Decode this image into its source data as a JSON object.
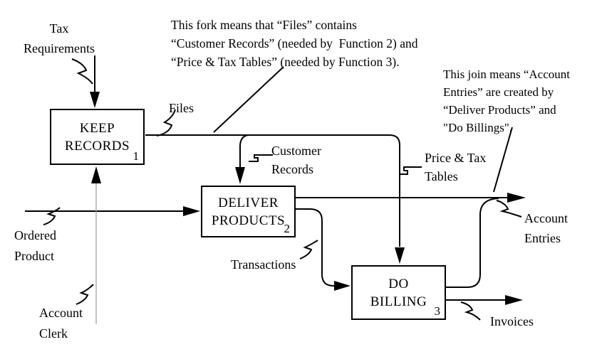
{
  "colors": {
    "line": "#000000",
    "mechanism_line": "#999999",
    "background": "#ffffff",
    "text": "#000000"
  },
  "boxes": {
    "keep_records": {
      "label": "KEEP\nRECORDS",
      "number": "1"
    },
    "deliver_products": {
      "label": "DELIVER\nPRODUCTS",
      "number": "2"
    },
    "do_billing": {
      "label": "DO\nBILLING",
      "number": "3"
    }
  },
  "arrow_labels": {
    "tax_requirements": "Tax\nRequirements",
    "files": "Files",
    "customer_records": "Customer\nRecords",
    "price_tax_tables": "Price & Tax\nTables",
    "ordered_product": "Ordered\nProduct",
    "account_clerk": "Account\nClerk",
    "transactions": "Transactions",
    "account_entries": "Account\nEntries",
    "invoices": "Invoices"
  },
  "annotations": {
    "fork_note": "This fork means that “Files” contains\n“Customer Records” (needed by  Function 2) and\n“Price & Tax Tables” (needed by Function 3).",
    "join_note": "This join means “Account\nEntries” are created by\n“Deliver Products” and\n\"Do Billings\"."
  }
}
